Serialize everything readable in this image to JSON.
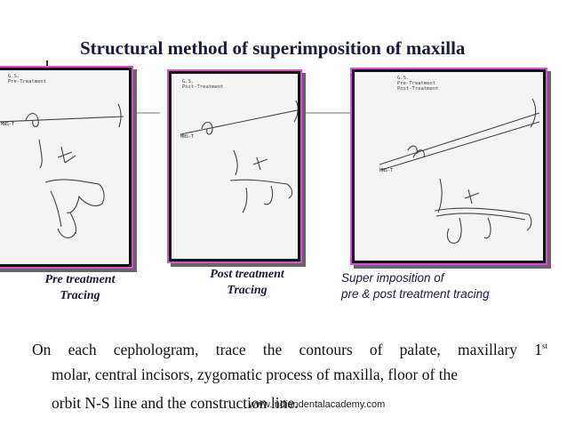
{
  "title": "Structural method of superimposition of maxilla",
  "panels": {
    "pre": {
      "header": "G.S.\nPre-Treatment",
      "label": "MNS-T",
      "caption_line1": "Pre treatment",
      "caption_line2": "Tracing"
    },
    "post": {
      "header": "G.S.\nPost-Treatment",
      "label": "MNS-T",
      "caption_line1": "Post treatment",
      "caption_line2": "Tracing"
    },
    "super": {
      "header": "G.S.\nPre-Treatment\nPost-Treatment",
      "label": "MNS-T",
      "caption_line1": "Super imposition of",
      "caption_line2": "pre & post treatment  tracing"
    }
  },
  "body": {
    "line1_pre": "On each cephologram, trace the contours of palate, maxillary 1",
    "line1_sup": "st",
    "line2": "molar, central incisors, zygomatic process of maxilla, floor of the",
    "line3": "orbit N-S line and the construction line."
  },
  "watermark": "www.indiandentalacademy.com",
  "colors": {
    "panel_border": "#111111",
    "panel_highlight": "#d84fd8",
    "title": "#1a1a3a"
  }
}
